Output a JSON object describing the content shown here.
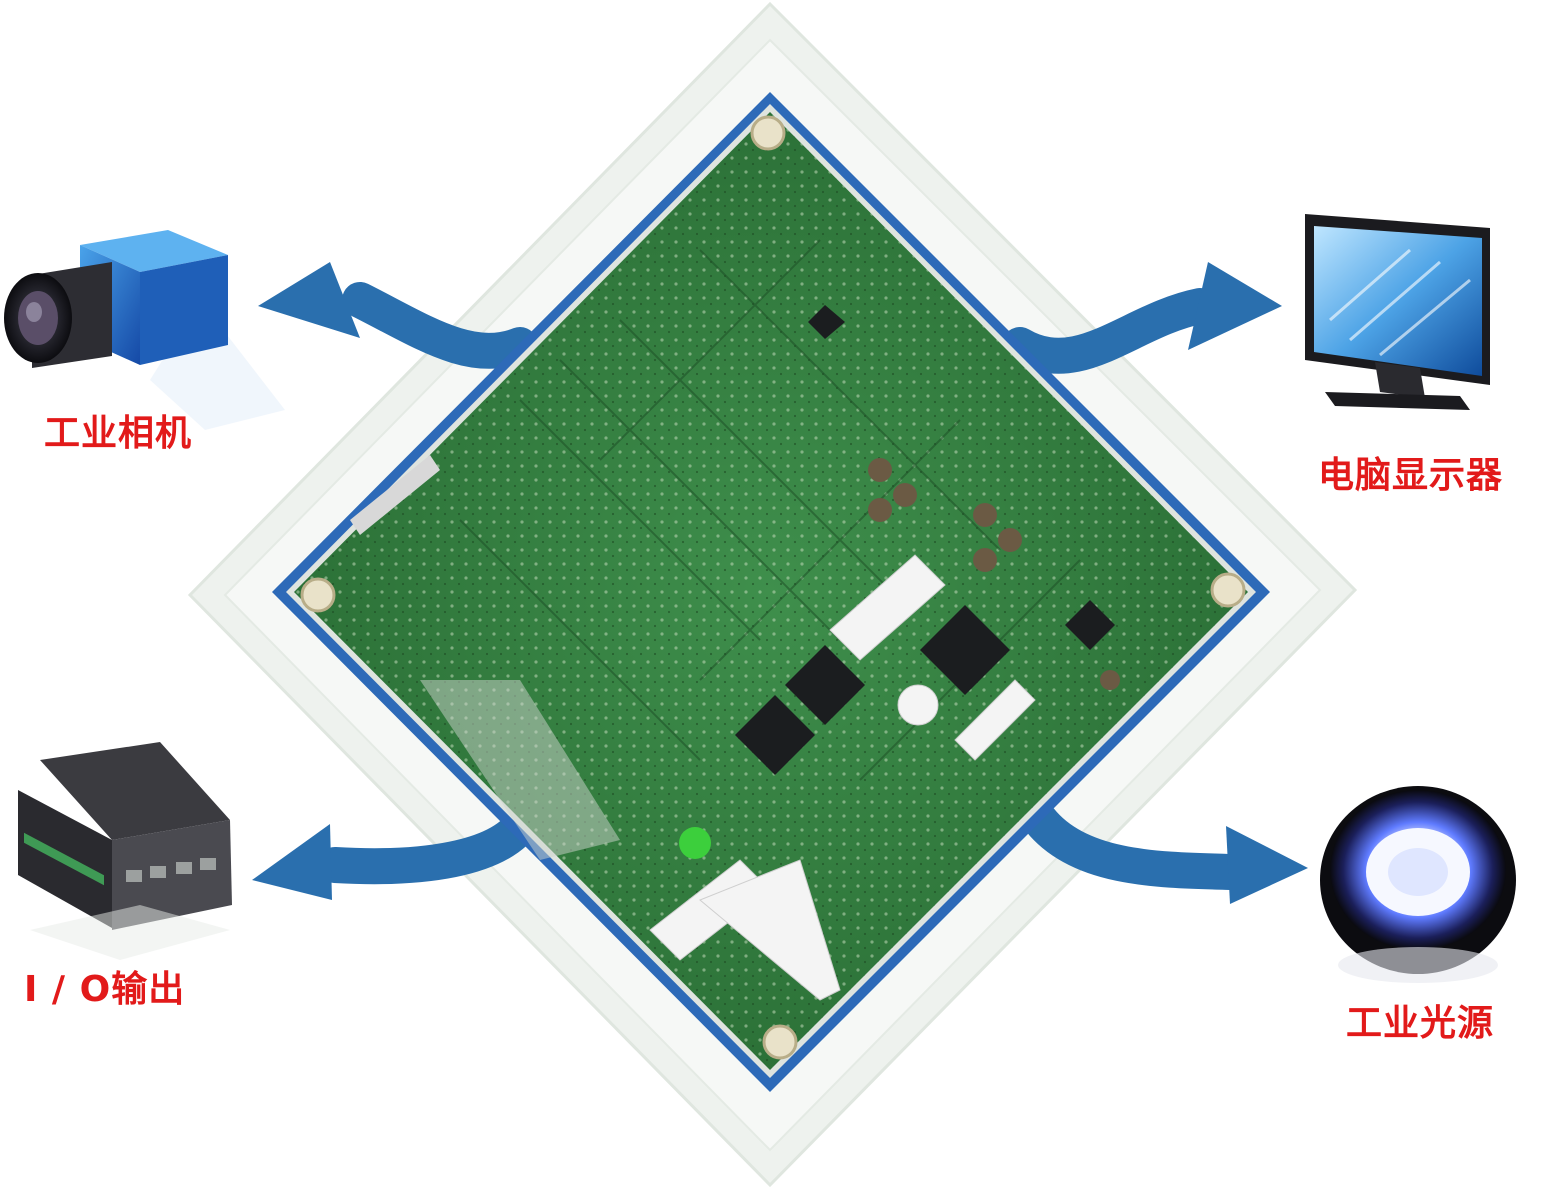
{
  "nodes": {
    "camera": {
      "label": "工业相机",
      "icon": "industrial-camera-icon"
    },
    "monitor": {
      "label": "电脑显示器",
      "icon": "computer-monitor-icon"
    },
    "io": {
      "label": "I / O输出",
      "icon": "plc-controller-icon"
    },
    "light": {
      "label": "工业光源",
      "icon": "ring-light-icon"
    }
  },
  "center": {
    "icon": "circuit-board-icon"
  },
  "colors": {
    "label": "#e21a1a",
    "arrow": "#2a6fae",
    "board": "#2f7a3c",
    "board_border": "#2d6ab8"
  }
}
